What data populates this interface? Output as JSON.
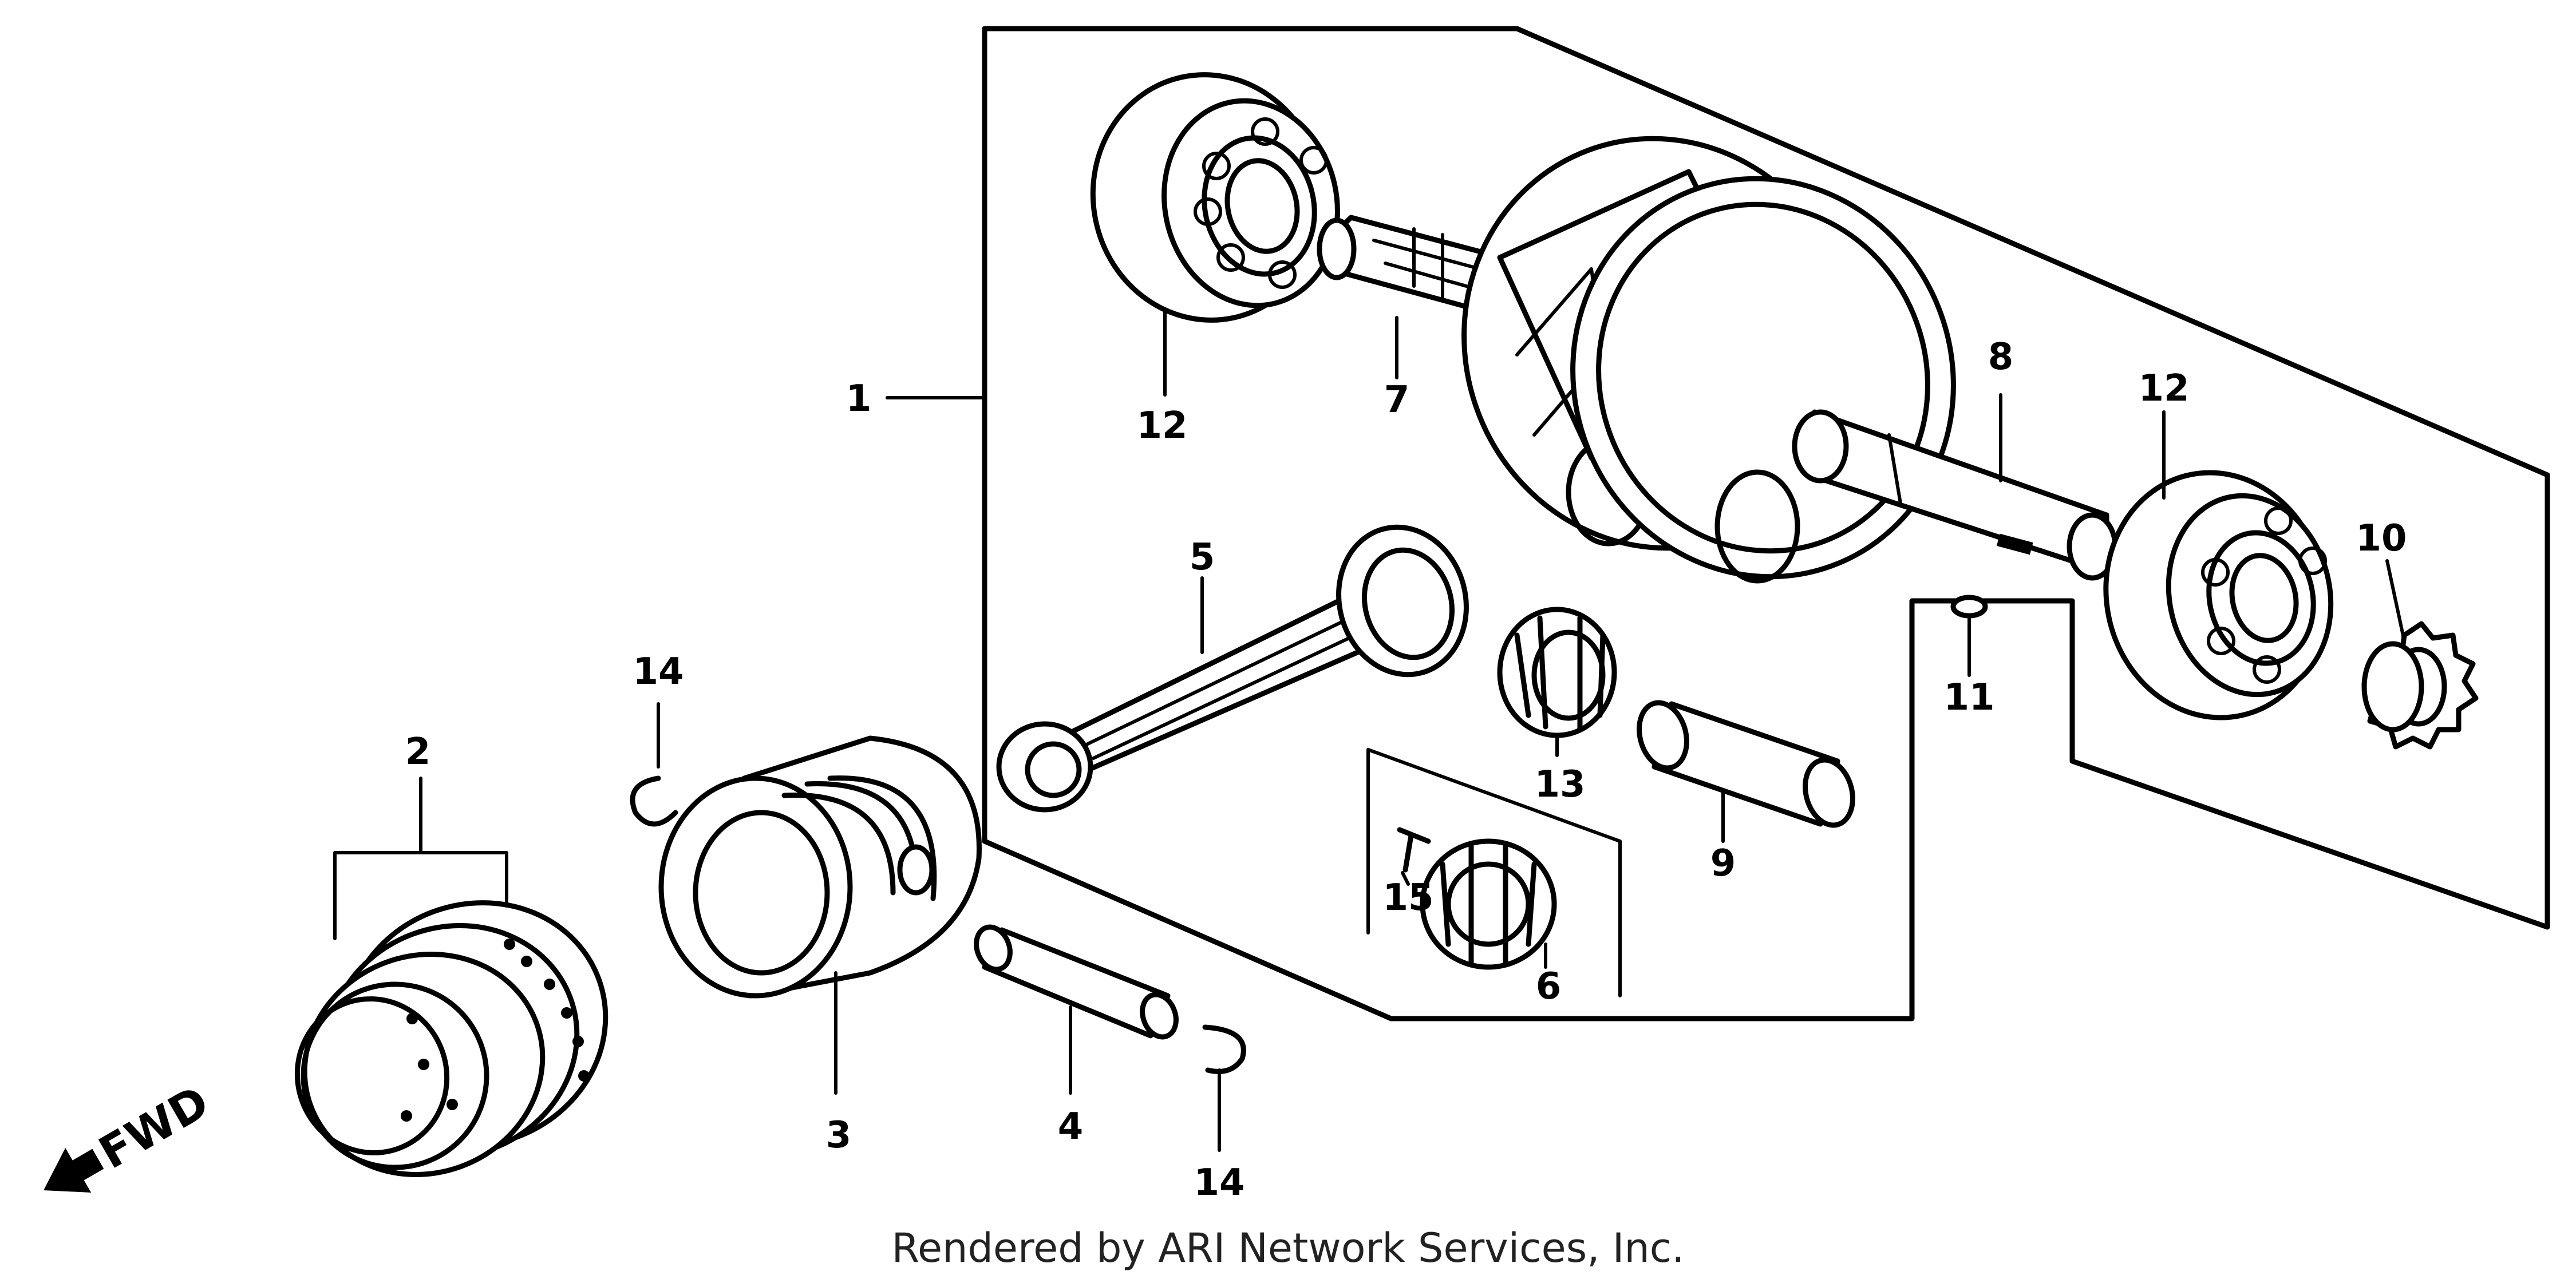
{
  "callouts": {
    "p1": "1",
    "p2": "2",
    "p3": "3",
    "p4": "4",
    "p5": "5",
    "p6": "6",
    "p7": "7",
    "p8": "8",
    "p9": "9",
    "p10": "10",
    "p11": "11",
    "p12_left": "12",
    "p12_right": "12",
    "p13": "13",
    "p14_top": "14",
    "p14_bottom": "14",
    "p15": "15"
  },
  "direction_label": "FWD",
  "footer": "Rendered by ARI Network Services, Inc."
}
